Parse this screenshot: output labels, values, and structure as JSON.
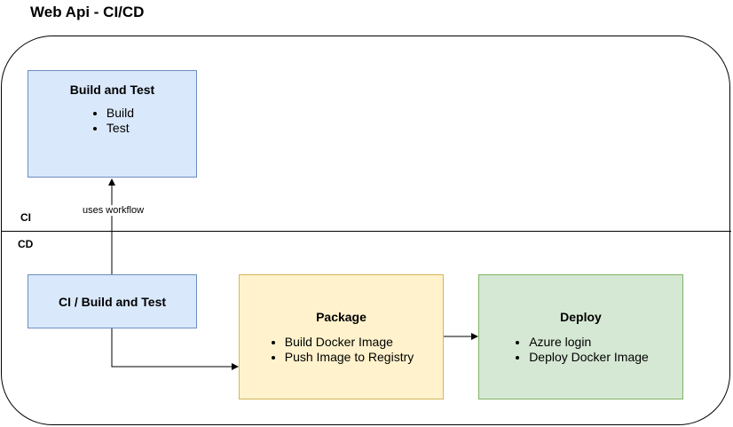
{
  "title": "Web Api - CI/CD",
  "zones": {
    "ci": "CI",
    "cd": "CD"
  },
  "boxes": {
    "build_and_test": {
      "title": "Build and Test",
      "items": [
        "Build",
        "Test"
      ]
    },
    "ci_build_and_test": {
      "title": "CI / Build and Test"
    },
    "package": {
      "title": "Package",
      "items": [
        "Build Docker Image",
        "Push Image to Registry"
      ]
    },
    "deploy": {
      "title": "Deploy",
      "items": [
        "Azure login",
        "Deploy Docker Image"
      ]
    }
  },
  "edges": {
    "uses_workflow": "uses workflow"
  },
  "colors": {
    "blue_fill": "#dae8fc",
    "blue_stroke": "#6c8ebf",
    "yellow_fill": "#fff2cc",
    "yellow_stroke": "#d6b656",
    "green_fill": "#d5e8d4",
    "green_stroke": "#82b366"
  }
}
